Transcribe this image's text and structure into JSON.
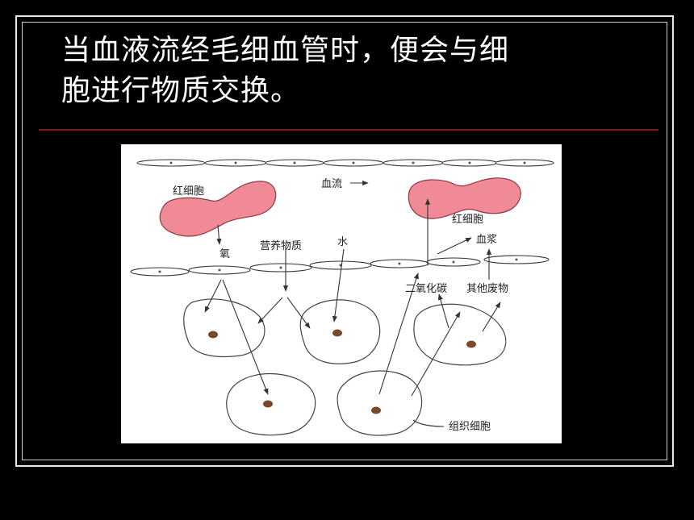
{
  "slide": {
    "title_line1": "当血液流经毛细血管时，便会与细",
    "title_line2": "胞进行物质交换。"
  },
  "diagram": {
    "labels": {
      "red_cell_left": "红细胞",
      "blood_flow": "血流",
      "red_cell_right": "红细胞",
      "plasma": "血浆",
      "oxygen": "氧",
      "nutrients": "营养物质",
      "water": "水",
      "co2": "二氧化碳",
      "other_waste": "其他废物",
      "tissue_cell": "组织细胞"
    },
    "colors": {
      "red_cell_fill": "#f08a96",
      "red_cell_stroke": "#8a3a44",
      "nucleus": "#7a4a2a",
      "line": "#333333"
    }
  }
}
